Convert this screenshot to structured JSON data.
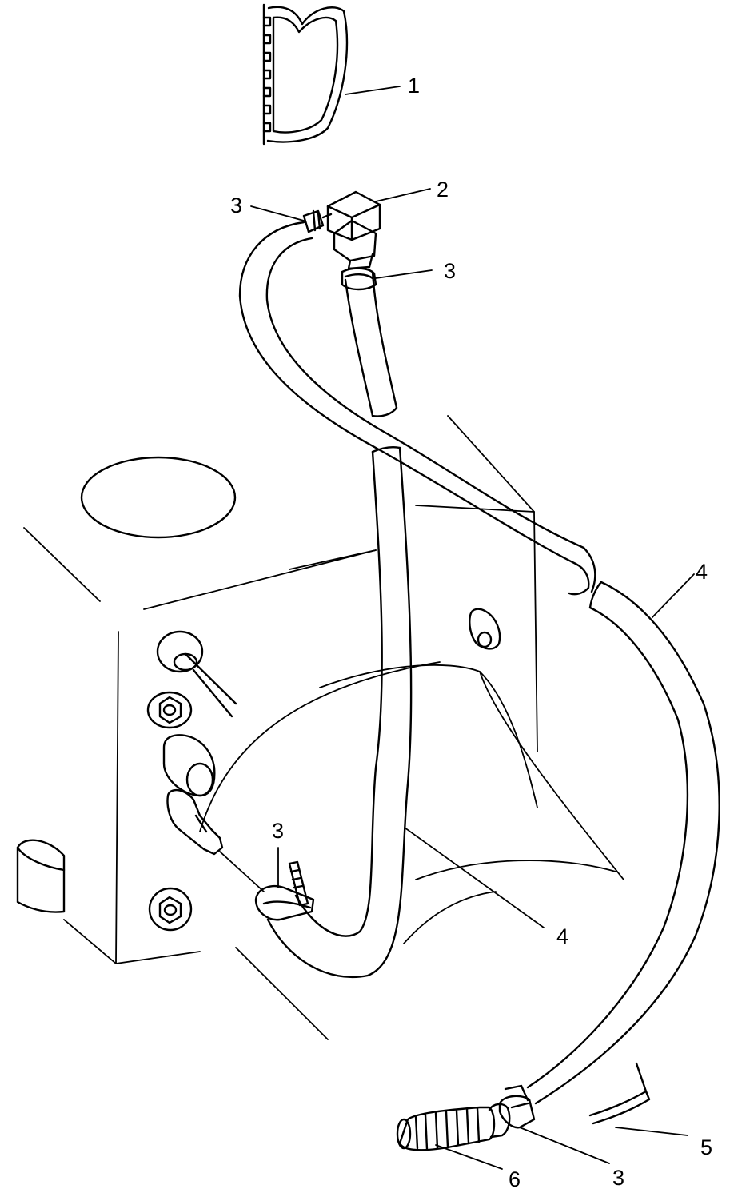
{
  "diagram": {
    "callouts": [
      {
        "id": "c1",
        "label": "1"
      },
      {
        "id": "c2",
        "label": "2"
      },
      {
        "id": "c3a",
        "label": "3"
      },
      {
        "id": "c3b",
        "label": "3"
      },
      {
        "id": "c3c",
        "label": "3"
      },
      {
        "id": "c3d",
        "label": "3"
      },
      {
        "id": "c4a",
        "label": "4"
      },
      {
        "id": "c4b",
        "label": "4"
      },
      {
        "id": "c5",
        "label": "5"
      },
      {
        "id": "c6",
        "label": "6"
      }
    ],
    "parts": [
      {
        "part": "gasket",
        "callout": "1"
      },
      {
        "part": "elbow-fitting",
        "callout": "2"
      },
      {
        "part": "hose-clamp",
        "callout": "3"
      },
      {
        "part": "hose",
        "callout": "4"
      },
      {
        "part": "hose-retainer",
        "callout": "5"
      },
      {
        "part": "inline-filter",
        "callout": "6"
      }
    ]
  }
}
